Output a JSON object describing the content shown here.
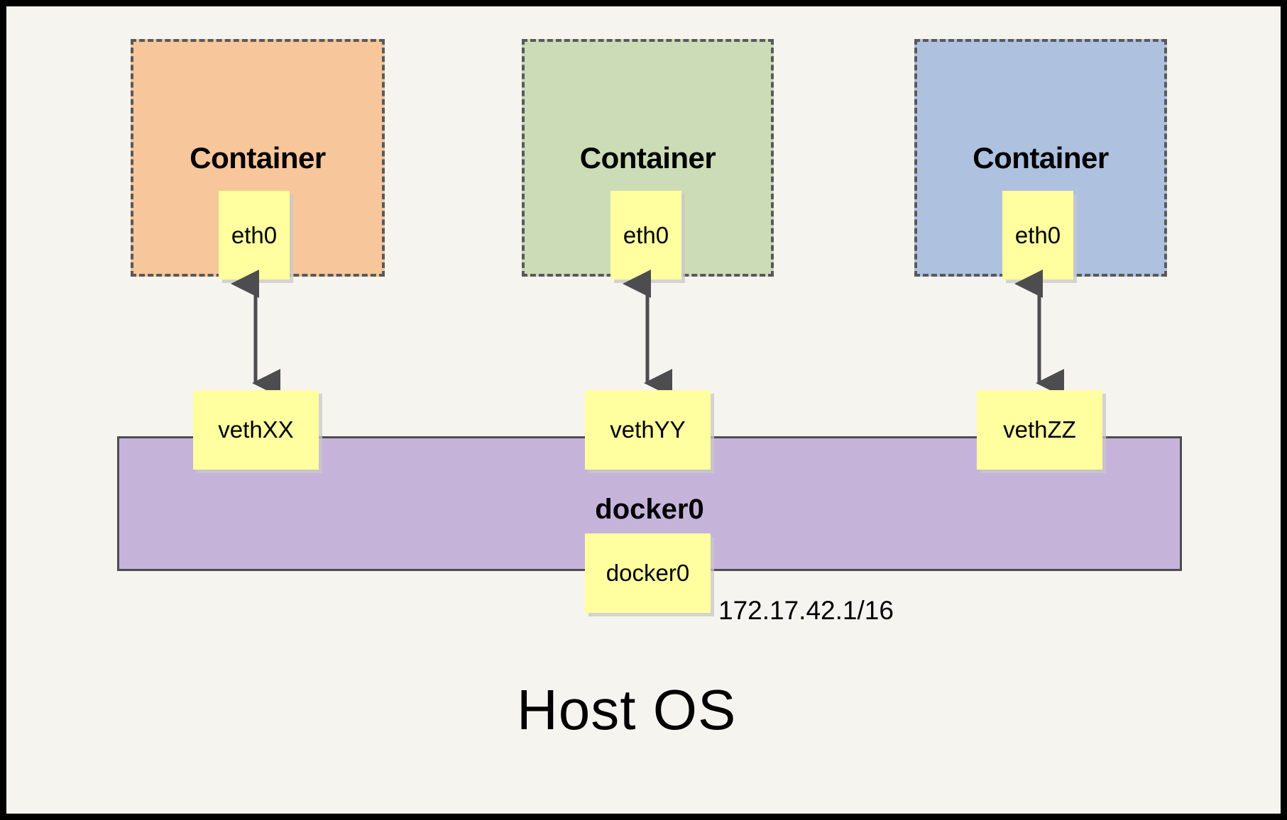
{
  "diagram": {
    "title_bottom": "Host OS",
    "background_color": "#f5f4ef",
    "frame_color": "#000000",
    "containers": [
      {
        "label": "Container",
        "fill_color": "#f7c69a",
        "border_color": "#59595b",
        "interface": {
          "label": "eth0",
          "fill_color": "#ffffa0"
        }
      },
      {
        "label": "Container",
        "fill_color": "#ccdcb6",
        "border_color": "#59595b",
        "interface": {
          "label": "eth0",
          "fill_color": "#ffffa0"
        }
      },
      {
        "label": "Container",
        "fill_color": "#aec1de",
        "border_color": "#59595b",
        "interface": {
          "label": "eth0",
          "fill_color": "#ffffa0"
        }
      }
    ],
    "veth_pairs": [
      {
        "label": "vethXX",
        "fill_color": "#ffffa0"
      },
      {
        "label": "vethYY",
        "fill_color": "#ffffa0"
      },
      {
        "label": "vethZZ",
        "fill_color": "#ffffa0"
      }
    ],
    "bridge": {
      "label": "docker0",
      "interface_label": "docker0",
      "ip_address": "172.17.42.1/16",
      "fill_color": "#c6b3da",
      "border_color": "#4d4d4f"
    },
    "arrows": {
      "color": "#4d4d4f",
      "style": "double-headed",
      "count": 3
    }
  }
}
